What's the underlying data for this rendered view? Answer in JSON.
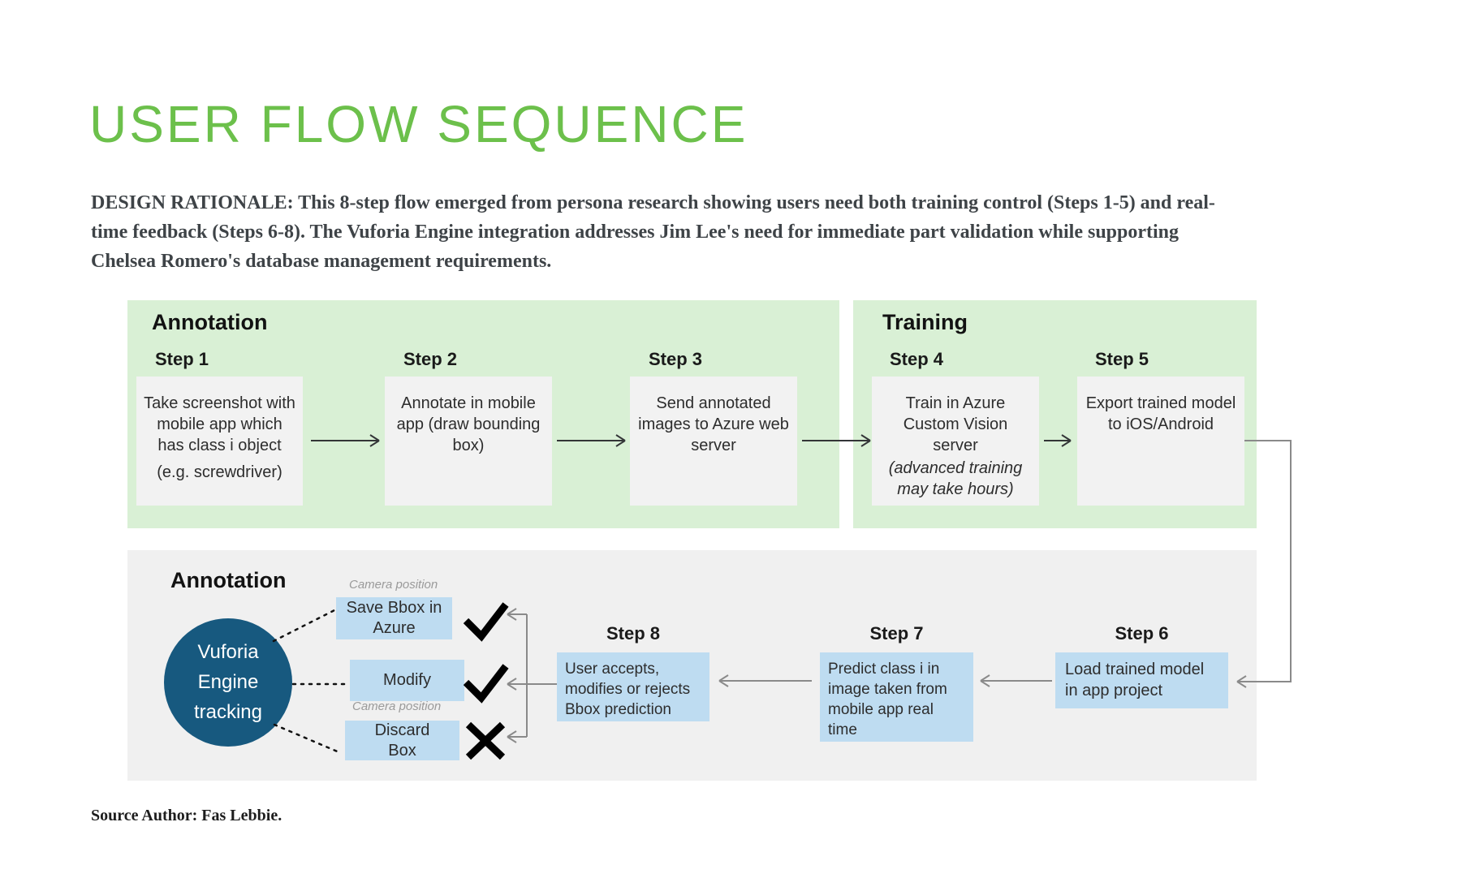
{
  "title": "USER FLOW SEQUENCE",
  "rationale_lines": [
    "DESIGN RATIONALE: This 8-step flow emerged from persona research showing users need both training control (Steps 1-5) and real-",
    "time feedback (Steps 6-8). The Vuforia Engine integration addresses Jim Lee's need for immediate part validation while supporting",
    "Chelsea Romero's database management requirements."
  ],
  "source": "Source Author: Fas Lebbie.",
  "colors": {
    "title_green": "#6CC04B",
    "panel_green": "#D9F0D5",
    "panel_gray": "#F0F0F0",
    "step_box_gray": "#F2F2F2",
    "decision_blue": "#BEDCF1",
    "circle_blue": "#17597F"
  },
  "panels": {
    "annotation_top": {
      "header": "Annotation"
    },
    "training": {
      "header": "Training"
    },
    "annotation_bottom": {
      "header": "Annotation"
    }
  },
  "steps": {
    "s1": {
      "label": "Step 1",
      "text": "Take screenshot with mobile app which has class i object",
      "example": "(e.g. screwdriver)"
    },
    "s2": {
      "label": "Step 2",
      "text": "Annotate in mobile app (draw bounding box)"
    },
    "s3": {
      "label": "Step 3",
      "text": "Send annotated images to Azure web server"
    },
    "s4": {
      "label": "Step 4",
      "text": "Train in Azure Custom Vision server",
      "note": "(advanced training may take hours)"
    },
    "s5": {
      "label": "Step 5",
      "text": "Export trained model to iOS/Android"
    },
    "s6": {
      "label": "Step 6",
      "text": "Load trained model in app project"
    },
    "s7": {
      "label": "Step 7",
      "text": "Predict class i in image taken from mobile app real time"
    },
    "s8": {
      "label": "Step 8",
      "text": "User accepts, modifies or rejects Bbox prediction"
    }
  },
  "tracking": {
    "circle_lines": [
      "Vuforia",
      "Engine",
      "tracking"
    ],
    "decisions": [
      {
        "camera_label": "Camera position",
        "action": "Save Bbox in Azure",
        "outcome": "accept"
      },
      {
        "action": "Modify",
        "outcome": "accept"
      },
      {
        "camera_label": "Camera position",
        "action": "Discard Box",
        "outcome": "reject"
      }
    ]
  }
}
